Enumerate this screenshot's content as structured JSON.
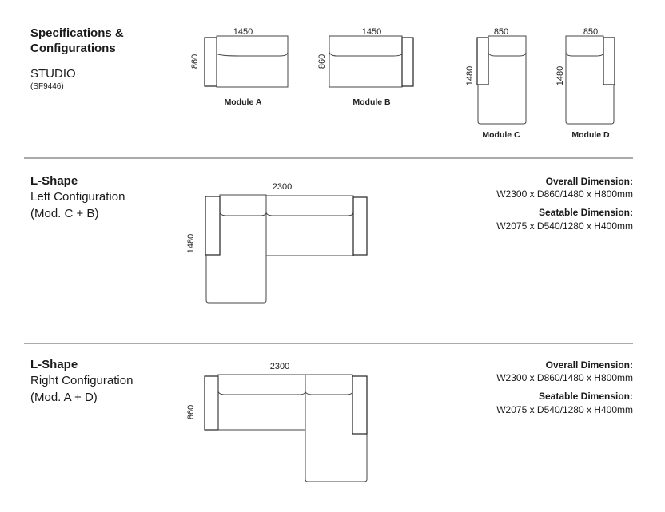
{
  "header": {
    "title_line1": "Specifications &",
    "title_line2": "Configurations",
    "product": "STUDIO",
    "code": "(SF9446)"
  },
  "modules": [
    {
      "name": "Module A",
      "width": "1450",
      "depth": "860"
    },
    {
      "name": "Module B",
      "width": "1450",
      "depth": "860"
    },
    {
      "name": "Module C",
      "width": "850",
      "depth": "1480"
    },
    {
      "name": "Module D",
      "width": "850",
      "depth": "1480"
    }
  ],
  "configs": [
    {
      "title": "L-Shape",
      "subtitle": "Left Configuration",
      "modules": "(Mod. C + B)",
      "width": "2300",
      "depth": "1480",
      "overall_label": "Overall Dimension:",
      "overall_value": "W2300 x D860/1480 x H800mm",
      "seatable_label": "Seatable Dimension:",
      "seatable_value": "W2075 x D540/1280 x H400mm"
    },
    {
      "title": "L-Shape",
      "subtitle": "Right Configuration",
      "modules": "(Mod. A + D)",
      "width": "2300",
      "depth": "860",
      "overall_label": "Overall Dimension:",
      "overall_value": "W2300 x D860/1480 x H800mm",
      "seatable_label": "Seatable Dimension:",
      "seatable_value": "W2075 x D540/1280 x H400mm"
    }
  ]
}
